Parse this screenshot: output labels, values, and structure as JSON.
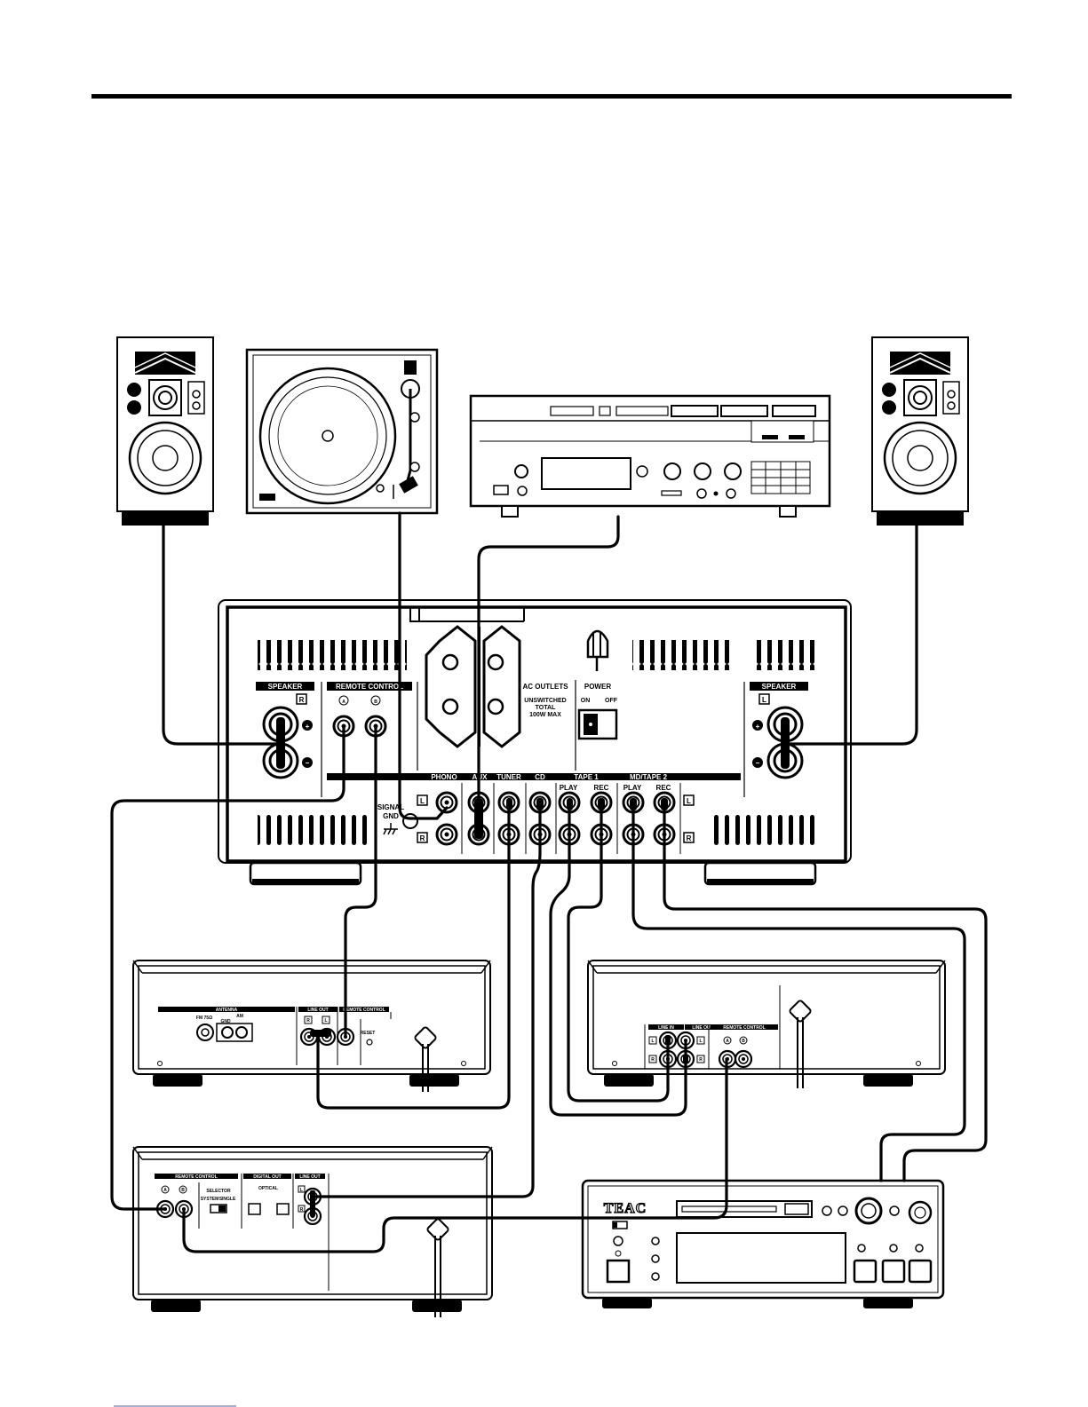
{
  "amp": {
    "speaker_label": "SPEAKER",
    "remote_control_label": "REMOTE CONTROL",
    "remote_a": "A",
    "remote_b": "B",
    "channel_r": "R",
    "channel_l": "L",
    "plus": "+",
    "minus": "−",
    "ac_outlets_label": "AC OUTLETS",
    "ac_unswitched": "UNSWITCHED",
    "ac_total": "TOTAL",
    "ac_max": "100W MAX",
    "power_label": "POWER",
    "power_on": "ON",
    "power_off": "OFF",
    "signal_gnd_1": "SIGNAL",
    "signal_gnd_2": "GND",
    "inputs": {
      "phono": "PHONO",
      "aux": "AUX",
      "tuner": "TUNER",
      "cd": "CD",
      "tape1": "TAPE 1",
      "mdtape2": "MD/TAPE 2",
      "play": "PLAY",
      "rec": "REC"
    }
  },
  "tuner": {
    "antenna_label": "ANTENNA",
    "fm_label": "FM 75Ω",
    "am_label": "AM",
    "gnd_label": "GND",
    "line_out_label": "LINE OUT",
    "remote_label": "REMOTE CONTROL",
    "reset_label": "RESET"
  },
  "tape_deck": {
    "line_in_label": "LINE IN",
    "line_out_label": "LINE OUT",
    "remote_label": "REMOTE CONTROL"
  },
  "cd_player": {
    "remote_label": "REMOTE CONTROL",
    "digital_out_label": "DIGITAL OUT",
    "optical_label": "OPTICAL",
    "line_out_label": "LINE OUT",
    "selector_label": "SELECTOR",
    "system_label": "SYSTEM",
    "single_label": "SINGLE"
  },
  "md_player": {
    "brand": "TEAC"
  }
}
